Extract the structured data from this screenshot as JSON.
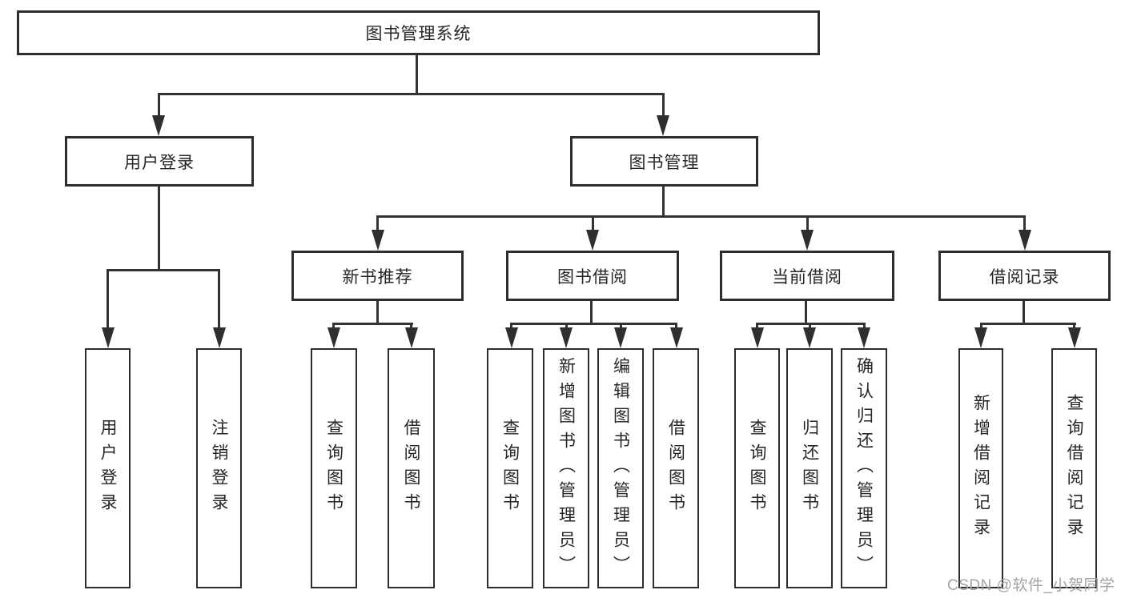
{
  "tree": {
    "root": "图书管理系统",
    "branches": [
      {
        "label": "用户登录",
        "children": [
          {
            "label": "用户登录"
          },
          {
            "label": "注销登录"
          }
        ]
      },
      {
        "label": "图书管理",
        "children": [
          {
            "label": "新书推荐",
            "children": [
              {
                "label": "查询图书"
              },
              {
                "label": "借阅图书"
              }
            ]
          },
          {
            "label": "图书借阅",
            "children": [
              {
                "label": "查询图书"
              },
              {
                "label": "新增图书（管理员）"
              },
              {
                "label": "编辑图书（管理员）"
              },
              {
                "label": "借阅图书"
              }
            ]
          },
          {
            "label": "当前借阅",
            "children": [
              {
                "label": "查询图书"
              },
              {
                "label": "归还图书"
              },
              {
                "label": "确认归还（管理员）"
              }
            ]
          },
          {
            "label": "借阅记录",
            "children": [
              {
                "label": "新增借阅记录"
              },
              {
                "label": "查询借阅记录"
              }
            ]
          }
        ]
      }
    ]
  },
  "watermark": {
    "text": "CSDN @软件_小贺同学"
  },
  "colors": {
    "background": "#ffffff",
    "line": "#333333",
    "text": "#262626",
    "watermark": "#a3a3a3"
  }
}
